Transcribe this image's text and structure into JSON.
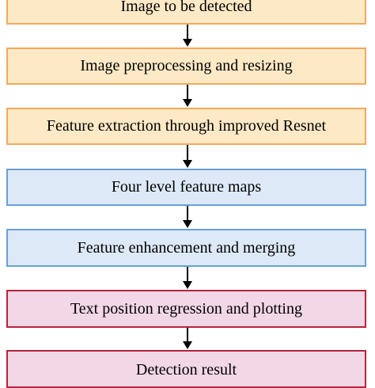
{
  "flowchart": {
    "steps": [
      {
        "label": "Image to be detected",
        "color": "orange"
      },
      {
        "label": "Image preprocessing and resizing",
        "color": "orange"
      },
      {
        "label": "Feature extraction through improved Resnet",
        "color": "orange"
      },
      {
        "label": "Four level feature maps",
        "color": "blue"
      },
      {
        "label": "Feature enhancement and merging",
        "color": "blue"
      },
      {
        "label": "Text position regression and plotting",
        "color": "red"
      },
      {
        "label": "Detection result",
        "color": "red"
      }
    ]
  },
  "colors": {
    "orange_fill": "#fde9c6",
    "orange_border": "#f4a85c",
    "blue_fill": "#dde9f7",
    "blue_border": "#6aa0d8",
    "red_fill": "#f2d7e6",
    "red_border": "#b8233c",
    "arrow": "#000000"
  }
}
